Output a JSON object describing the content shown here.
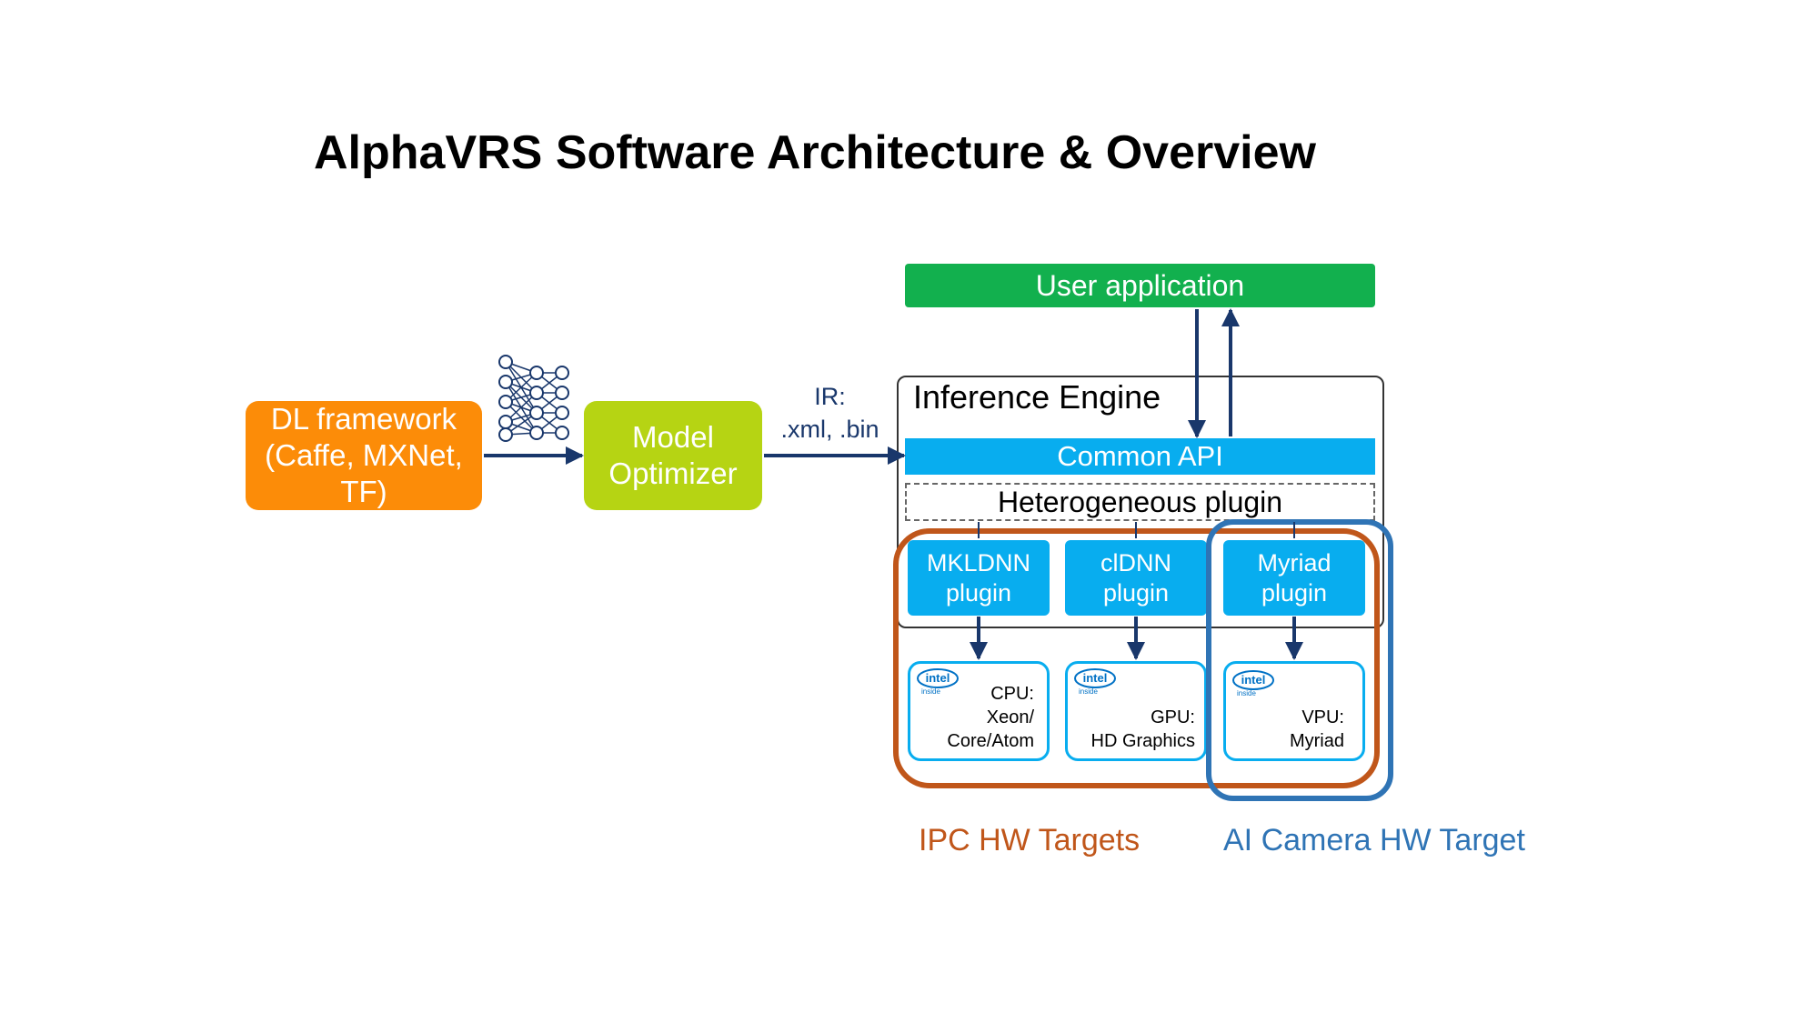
{
  "title": "AlphaVRS Software Architecture & Overview",
  "dl_framework": {
    "line1": "DL framework",
    "line2": "(Caffe, MXNet,",
    "line3": "TF)"
  },
  "model_optimizer": {
    "line1": "Model",
    "line2": "Optimizer"
  },
  "ir_label": {
    "line1": "IR:",
    "line2": ".xml, .bin"
  },
  "user_application": "User application",
  "inference_engine": "Inference Engine",
  "common_api": "Common API",
  "heterogeneous_plugin": "Heterogeneous plugin",
  "plugins": [
    {
      "line1": "MKLDNN",
      "line2": "plugin"
    },
    {
      "line1": "clDNN",
      "line2": "plugin"
    },
    {
      "line1": "Myriad",
      "line2": "plugin"
    }
  ],
  "hardware": [
    {
      "line1": "CPU:",
      "line2": "Xeon/",
      "line3": "Core/Atom"
    },
    {
      "line1": "GPU:",
      "line2": "HD Graphics"
    },
    {
      "line1": "VPU:",
      "line2": "Myriad"
    }
  ],
  "intel_logo": {
    "brand": "intel",
    "tag": "inside"
  },
  "captions": {
    "ipc": "IPC HW Targets",
    "ai_camera": "AI Camera HW Target"
  },
  "colors": {
    "orange": "#fc8c08",
    "lime": "#b6d413",
    "green": "#12b04e",
    "cyan": "#08adef",
    "navy": "#19376b",
    "rust": "#c0561a",
    "blue": "#2f74b5"
  },
  "icons": {
    "neural_network": "neural-network-icon",
    "intel": "intel-inside-logo"
  }
}
